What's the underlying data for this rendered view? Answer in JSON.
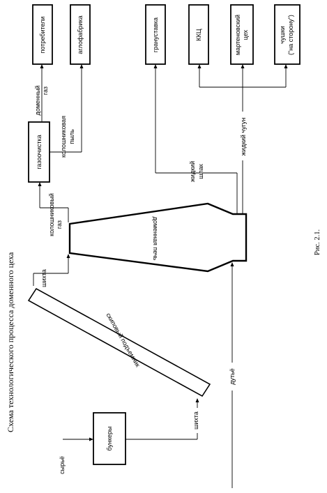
{
  "title": "Схема технологического процесса доменного цеха",
  "figure_caption": "Рис. 2.1.",
  "boxes": {
    "consumers": "потребители",
    "agglofactory": "аглофабрика",
    "gas_cleaning": "газоочистка",
    "granulation": "грануставка",
    "kkc": "ККЦ",
    "open_hearth_1": "мартеновский",
    "open_hearth_2": "цех",
    "pigs_1": "чушки",
    "pigs_2": "(\"на сторону\")",
    "bunkers": "бункеры",
    "skip_hoist": "скиповый подъемник",
    "blast_furnace": "доменная печь"
  },
  "flows": {
    "raw": "сырьё",
    "charge_1": "шихта",
    "charge_2": "шихта",
    "blast": "дутьё",
    "top_gas_1": "колошниковый",
    "top_gas_2": "газ",
    "blast_gas_1": "доменный",
    "blast_gas_2": "газ",
    "top_dust_1": "колошниковая",
    "top_dust_2": "пыль",
    "liquid_slag_1": "жидкий",
    "liquid_slag_2": "шлак",
    "liquid_iron": "жидкий чугун"
  }
}
